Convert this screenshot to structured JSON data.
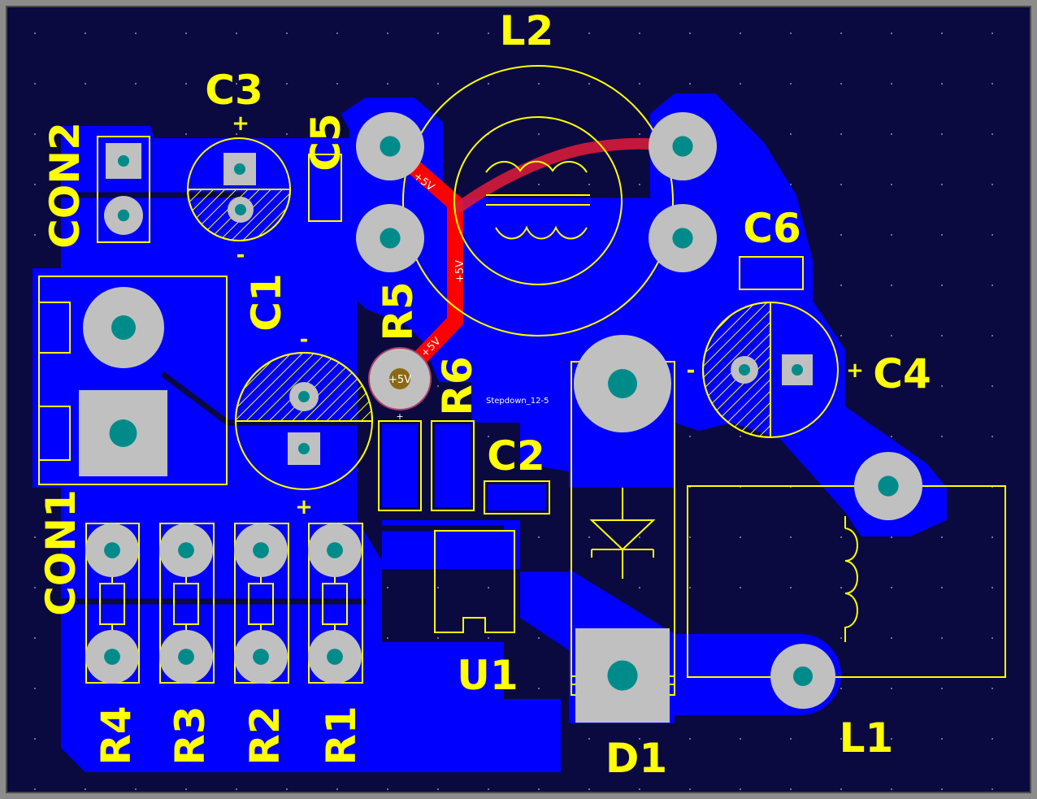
{
  "board": {
    "name": "Stepdown_12-5",
    "background_color": "#0a0a40",
    "copper_color": "#0000ff",
    "silk_color": "#ffff00",
    "trace_color": "#ff0000",
    "pad_color": "#c0c0c0",
    "hole_color": "#008b8b"
  },
  "components": {
    "L2": "L2",
    "C3": "C3",
    "C5": "C5",
    "CON2": "CON2",
    "C6": "C6",
    "C1": "C1",
    "R5": "R5",
    "R6": "R6",
    "C4": "C4",
    "C2": "C2",
    "CON1": "CON1",
    "U1": "U1",
    "D1": "D1",
    "L1": "L1",
    "R4": "R4",
    "R3": "R3",
    "R2": "R2",
    "R1": "R1"
  },
  "nets": {
    "net_5v": "+5V"
  },
  "polarity": {
    "plus": "+",
    "minus": "-"
  }
}
